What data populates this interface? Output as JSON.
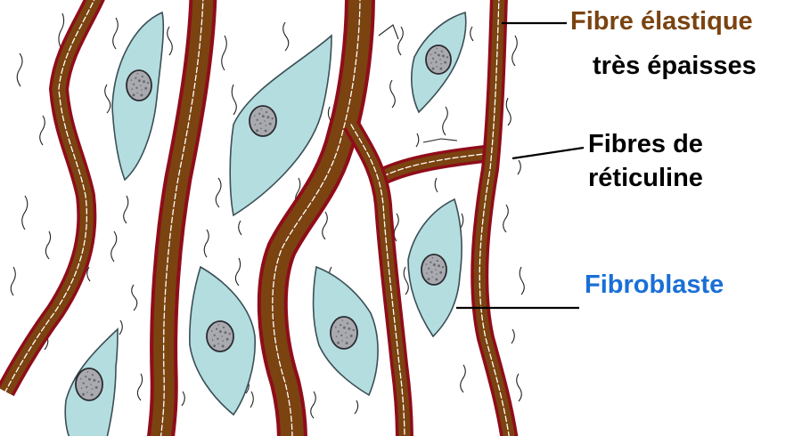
{
  "labels": {
    "elastic_line1": "Fibre  élastique",
    "elastic_line2": "très épaisses",
    "reticulin_line1": "Fibres de",
    "reticulin_line2": "réticuline",
    "fibroblast": "Fibroblaste"
  },
  "colors": {
    "elastic_label": "#7a4310",
    "fibroblast_label": "#1a6fd6",
    "other_labels": "#000000",
    "fiber_border": "#8f0d1a",
    "fiber_fill": "#7a4310",
    "cell_fill": "#b4dde0",
    "nucleus_fill": "#a9a9b0"
  }
}
